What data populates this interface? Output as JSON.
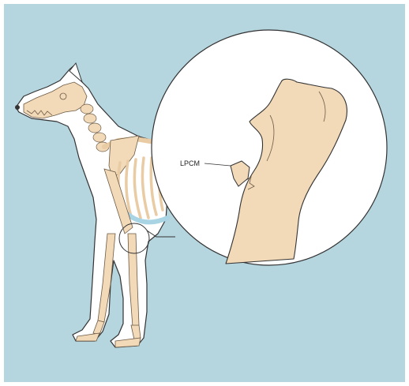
{
  "annotations": {
    "lpcm_label": "LPCM"
  },
  "colors": {
    "background": "#b5d5df",
    "frame": "#ffffff",
    "bone": "#f2d9b8",
    "bone_outline": "#6b5a45",
    "dog_body": "#ffffff",
    "outline": "#333333",
    "cartilage": "#a9d4e3"
  },
  "icons": {
    "subject": "dog-skeleton-illustration",
    "detail": "magnified-elbow-bone"
  }
}
